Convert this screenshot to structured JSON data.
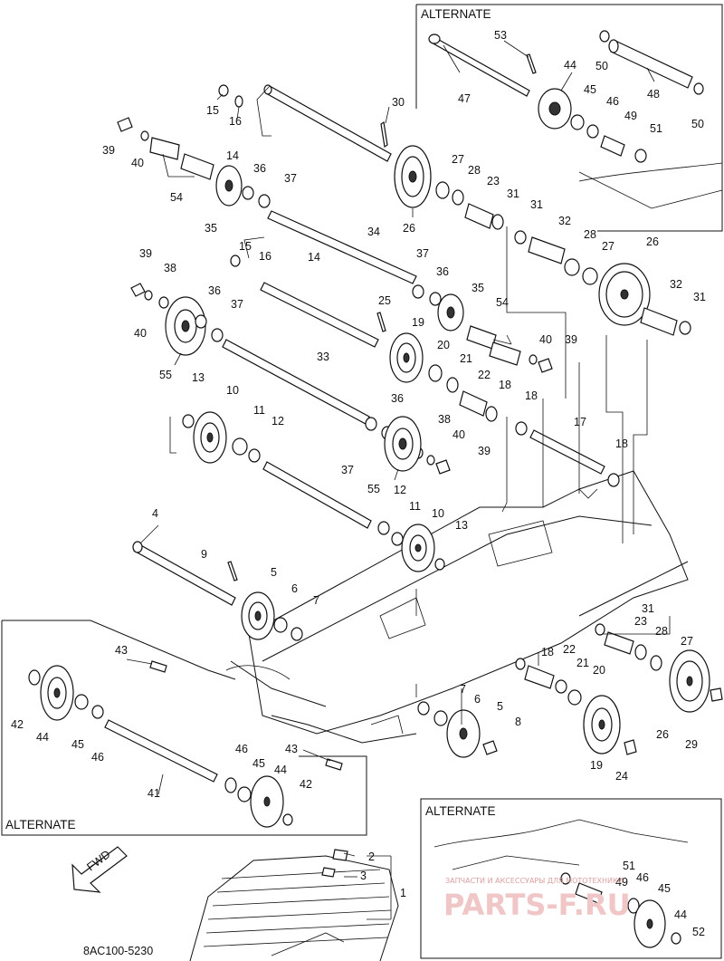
{
  "diagram": {
    "drawing_code": "8AC100-5230",
    "fwd_label": "FWD",
    "alternate_boxes": [
      {
        "label": "ALTERNATE"
      },
      {
        "label": "ALTERNATE"
      },
      {
        "label": "ALTERNATE"
      }
    ],
    "callouts": [
      "53",
      "50",
      "44",
      "47",
      "48",
      "45",
      "46",
      "49",
      "51",
      "50",
      "15",
      "16",
      "30",
      "14",
      "39",
      "40",
      "36",
      "37",
      "27",
      "28",
      "23",
      "31",
      "54",
      "35",
      "26",
      "31",
      "32",
      "28",
      "27",
      "26",
      "34",
      "15",
      "16",
      "14",
      "37",
      "39",
      "38",
      "36",
      "35",
      "54",
      "36",
      "37",
      "25",
      "40",
      "39",
      "40",
      "55",
      "19",
      "20",
      "21",
      "32",
      "31",
      "33",
      "22",
      "18",
      "13",
      "10",
      "36",
      "18",
      "11",
      "12",
      "38",
      "17",
      "40",
      "39",
      "37",
      "55",
      "18",
      "12",
      "11",
      "10",
      "4",
      "13",
      "9",
      "5",
      "6",
      "7",
      "31",
      "23",
      "28",
      "27",
      "43",
      "18",
      "22",
      "21",
      "20",
      "7",
      "6",
      "42",
      "44",
      "45",
      "46",
      "5",
      "8",
      "26",
      "29",
      "19",
      "24",
      "46",
      "45",
      "43",
      "44",
      "41",
      "42",
      "2",
      "3",
      "1"
    ],
    "watermark": {
      "text": "ЗАПЧАСТИ И АКСЕССУАРЫ ДЛЯ МОТОТЕХНИКИ",
      "brand": "PARTS-F.RU"
    },
    "colors": {
      "ink": "#111111",
      "paper": "#ffffff",
      "watermark": "#f0c6c6"
    }
  }
}
